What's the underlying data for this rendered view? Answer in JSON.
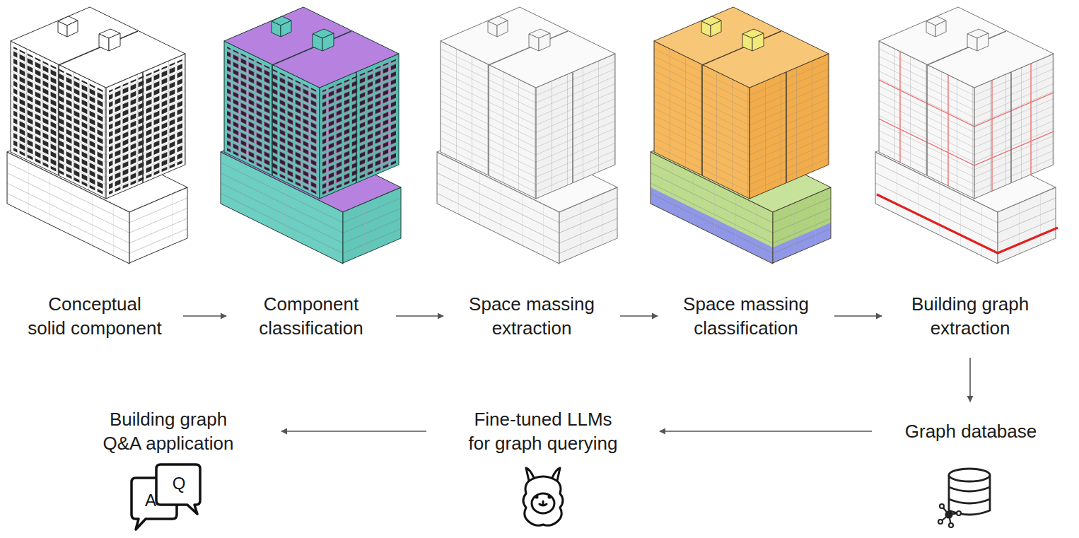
{
  "diagram": {
    "nodes": [
      {
        "text": [
          "Conceptual solid component"
        ]
      },
      {
        "text": [
          "Component classification"
        ]
      },
      {
        "text": [
          "Space massing extraction"
        ]
      },
      {
        "text": [
          "Space massing classification"
        ]
      },
      {
        "text": [
          "Building graph extraction"
        ]
      },
      {
        "text": [
          "Building graph Q&A application"
        ]
      },
      {
        "text": [
          "Fine-tuned LLMs for graph querying"
        ]
      },
      {
        "text": [
          "Graph database"
        ]
      }
    ],
    "edges": [
      {
        "from": 0,
        "to": 1,
        "arrow": "to"
      },
      {
        "from": 1,
        "to": 2,
        "arrow": "to"
      },
      {
        "from": 2,
        "to": 3,
        "arrow": "to"
      },
      {
        "from": 3,
        "to": 4,
        "arrow": "to"
      },
      {
        "from": 4,
        "to": 7,
        "arrow": "to"
      },
      {
        "from": 7,
        "to": 6,
        "arrow": "to"
      },
      {
        "from": 6,
        "to": 5,
        "arrow": "to"
      }
    ],
    "labels": [
      "Q",
      "A"
    ]
  }
}
